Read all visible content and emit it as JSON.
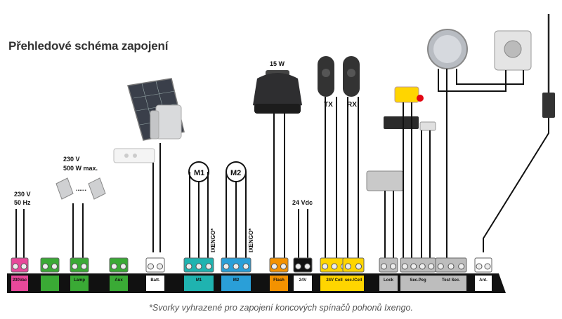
{
  "title": "Přehledové schéma zapojení",
  "footnote": "*Svorky vyhrazené pro zapojení koncových spínačů pohonů Ixengo.",
  "labels": {
    "mains": "230 V",
    "mains_freq": "50 Hz",
    "lamp_voltage": "230 V",
    "lamp_power": "500 W max.",
    "lamp_dots": "......",
    "motor1": "M1",
    "motor2": "M2",
    "ixengo1": "IXENGO*",
    "ixengo2": "IXENGO*",
    "flash_power": "15 W",
    "dc_voltage": "24 Vdc",
    "tx": "TX",
    "rx": "RX"
  },
  "terminals": [
    {
      "label": "230Vac",
      "color": "#e8489a"
    },
    {
      "label": "",
      "color": "#3aaa35"
    },
    {
      "label": "Lamp",
      "color": "#3aaa35"
    },
    {
      "label": "Aux",
      "color": "#3aaa35"
    },
    {
      "label": "Batt.",
      "color": "#ffffff"
    },
    {
      "label": "M1",
      "color": "#1fb3b0"
    },
    {
      "label": "M2",
      "color": "#2a9fd8"
    },
    {
      "label": "Flash",
      "color": "#f39200"
    },
    {
      "label": "24V",
      "color": "#111111"
    },
    {
      "label": "24V Cell",
      "color": "#ffd500"
    },
    {
      "label": "sec./Cell",
      "color": "#ffd500"
    },
    {
      "label": "Lock",
      "color": "#bdbdbd"
    },
    {
      "label": "Sec.Peg",
      "color": "#bdbdbd"
    },
    {
      "label": "Test Sec.",
      "color": "#bdbdbd"
    },
    {
      "label": "Ant.",
      "color": "#ffffff"
    }
  ]
}
